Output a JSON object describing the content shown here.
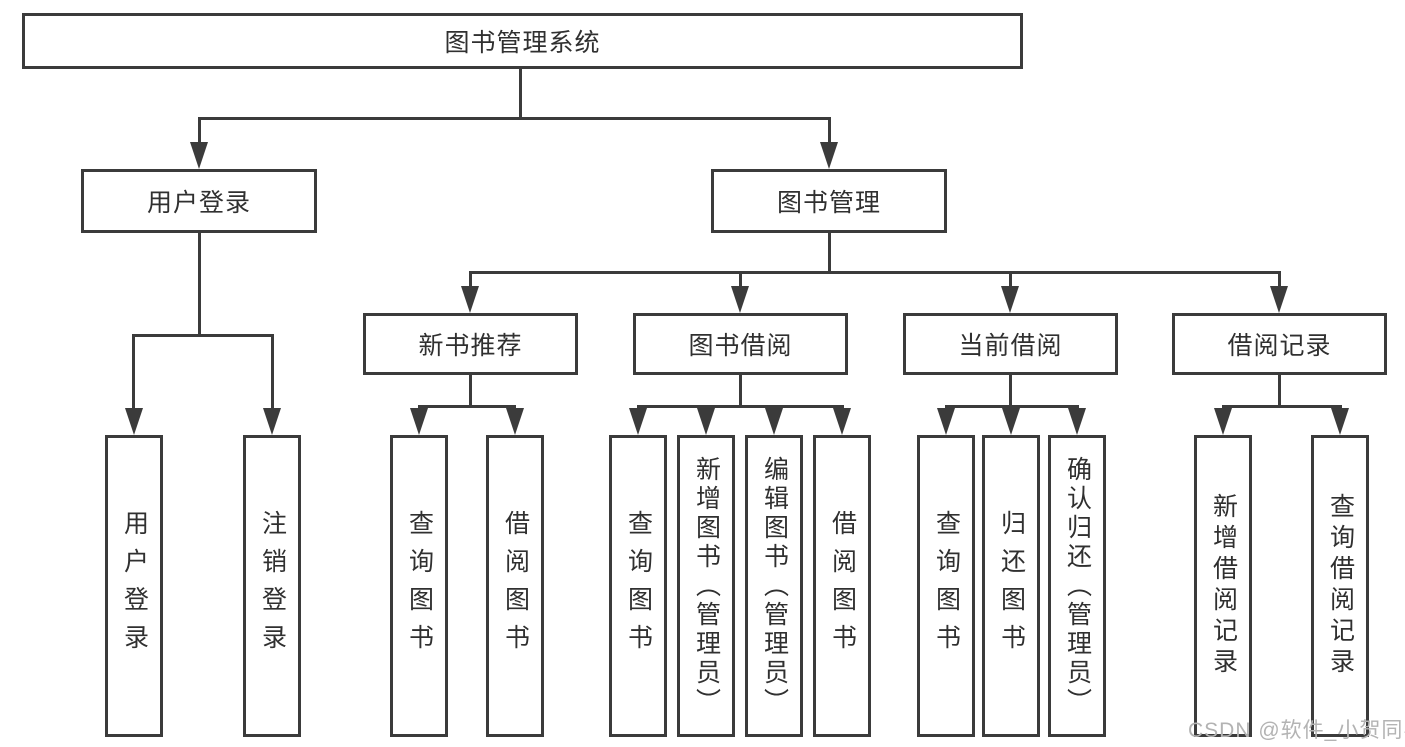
{
  "tree": {
    "root": {
      "label": "图书管理系统",
      "children": [
        {
          "label": "用户登录",
          "children": [
            {
              "label": "用户登录"
            },
            {
              "label": "注销登录"
            }
          ]
        },
        {
          "label": "图书管理",
          "children": [
            {
              "label": "新书推荐",
              "children": [
                {
                  "label": "查询图书"
                },
                {
                  "label": "借阅图书"
                }
              ]
            },
            {
              "label": "图书借阅",
              "children": [
                {
                  "label": "查询图书"
                },
                {
                  "label": "新增图书（管理员）"
                },
                {
                  "label": "编辑图书（管理员）"
                },
                {
                  "label": "借阅图书"
                }
              ]
            },
            {
              "label": "当前借阅",
              "children": [
                {
                  "label": "查询图书"
                },
                {
                  "label": "归还图书"
                },
                {
                  "label": "确认归还（管理员）"
                }
              ]
            },
            {
              "label": "借阅记录",
              "children": [
                {
                  "label": "新增借阅记录"
                },
                {
                  "label": "查询借阅记录"
                }
              ]
            }
          ]
        }
      ]
    }
  },
  "watermark": {
    "text": "CSDN @软件_小贺同学"
  },
  "colors": {
    "line": "#3b3b3b",
    "text": "#303030",
    "bg": "#ffffff",
    "wm": "#b3b3b3"
  }
}
